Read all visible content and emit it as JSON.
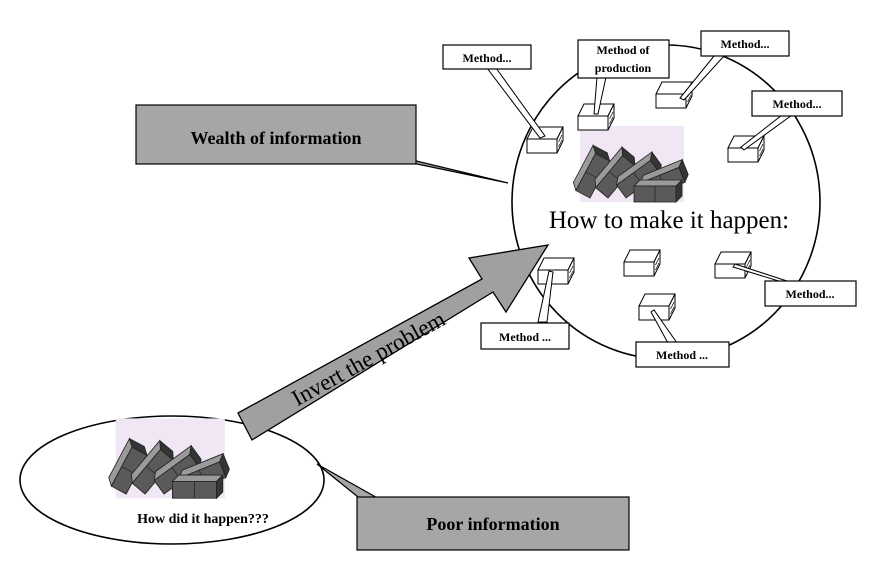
{
  "diagram": {
    "small_event_label": "How did it happen???",
    "big_circle_heading": "How to make it  happen:",
    "arrow_label": "Invert the problem",
    "callout_wealth": "Wealth of information",
    "callout_poor": "Poor information",
    "method_labels": [
      "Method...",
      "Method of",
      "production",
      "Method...",
      "Method...",
      "Method...",
      "Method ...",
      "Method ..."
    ]
  },
  "colors": {
    "callout_fill": "#a6a6a6",
    "arrow_fill": "#a0a0a0",
    "domino_top": "#9c9c9c",
    "domino_side": "#4f4f4f",
    "domino_glow": "#f1e6f4"
  }
}
